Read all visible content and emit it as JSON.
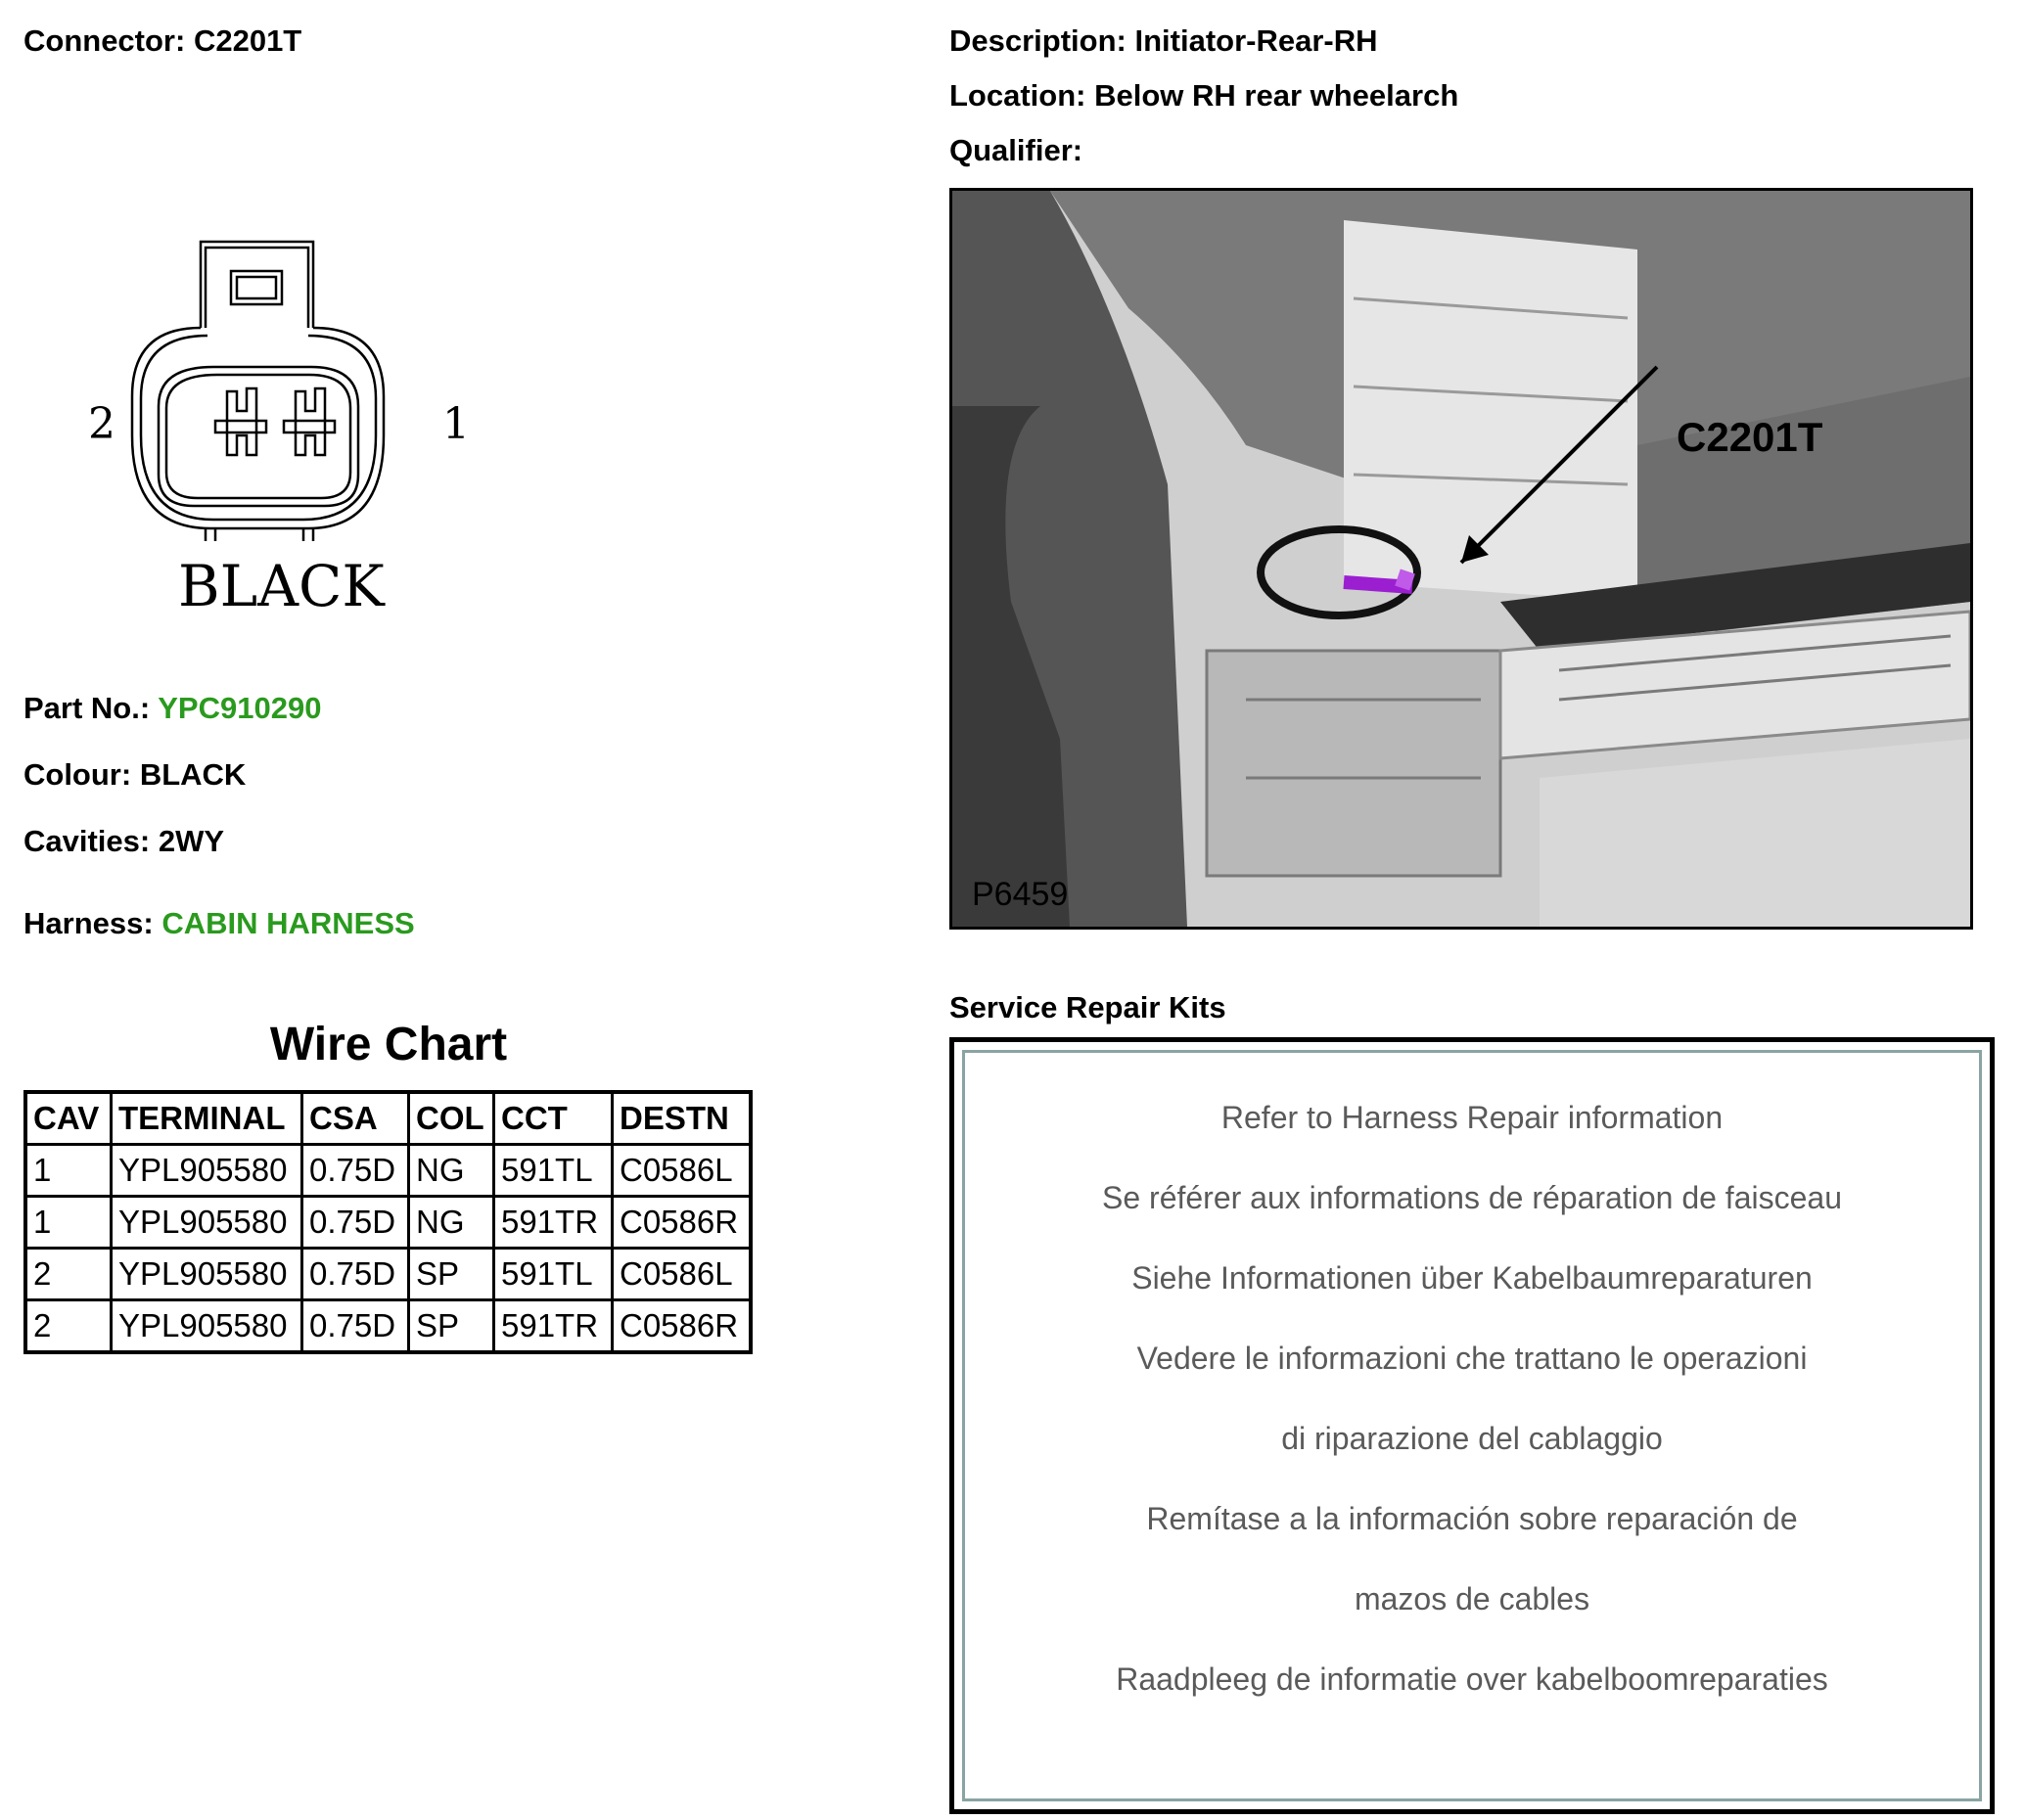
{
  "header": {
    "connector_label": "Connector:",
    "connector_value": "C2201T",
    "description_label": "Description:",
    "description_value": "Initiator-Rear-RH",
    "location_label": "Location:",
    "location_value": "Below RH rear wheelarch",
    "qualifier_label": "Qualifier:"
  },
  "diagram": {
    "pin_left": "2",
    "pin_right": "1",
    "colour_caption": "BLACK"
  },
  "info": {
    "part_label": "Part No.:",
    "part_value": "YPC910290",
    "colour_label": "Colour:",
    "colour_value": "BLACK",
    "cavities_label": "Cavities:",
    "cavities_value": "2WY",
    "harness_label": "Harness:",
    "harness_value": "CABIN HARNESS",
    "link_color": "#2a9a1e"
  },
  "wire_chart": {
    "title": "Wire Chart",
    "headers": [
      "CAV",
      "TERMINAL",
      "CSA",
      "COL",
      "CCT",
      "DESTN"
    ],
    "rows": [
      [
        "1",
        "YPL905580",
        "0.75D",
        "NG",
        "591TL",
        "C0586L"
      ],
      [
        "1",
        "YPL905580",
        "0.75D",
        "NG",
        "591TR",
        "C0586R"
      ],
      [
        "2",
        "YPL905580",
        "0.75D",
        "SP",
        "591TL",
        "C0586L"
      ],
      [
        "2",
        "YPL905580",
        "0.75D",
        "SP",
        "591TR",
        "C0586R"
      ]
    ]
  },
  "photo": {
    "callout": "C2201T",
    "reference": "P6459"
  },
  "service_kits": {
    "title": "Service Repair Kits",
    "lines": [
      "Refer to Harness Repair information",
      "Se référer aux informations de réparation de faisceau",
      "Siehe Informationen über Kabelbaumreparaturen",
      "Vedere le informazioni che trattano le operazioni",
      "di riparazione del cablaggio",
      "Remítase a la información sobre reparación de",
      "mazos de cables",
      "Raadpleeg de informatie over kabelboomreparaties"
    ]
  }
}
